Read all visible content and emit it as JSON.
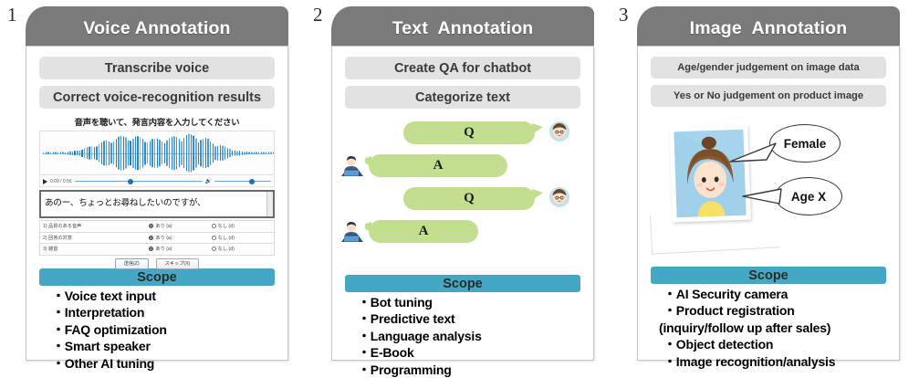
{
  "panels": [
    {
      "number": "1",
      "title": "Voice Annotation",
      "buttons": [
        "Transcribe voice",
        "Correct voice-recognition results"
      ],
      "demo": {
        "caption": "音声を聴いて、発言内容を入力してください",
        "player_time": "0:09 / 0:56",
        "transcript": "あのー、ちょっとお尋ねしたいのですが、",
        "form_rows": [
          {
            "label": "1) 品質のある音声",
            "opt1": "あり (a)",
            "opt2": "なし (d)"
          },
          {
            "label": "2) 回答の対意",
            "opt1": "あり (a)",
            "opt2": "なし (d)"
          },
          {
            "label": "3) 雑音",
            "opt1": "あり (a)",
            "opt2": "なし (d)"
          }
        ],
        "submit_label": "送信(Z)",
        "skip_label": "スキップ(X)"
      },
      "scope_title": "Scope",
      "scope_items": [
        "・Voice text input",
        "・Interpretation",
        "・FAQ optimization",
        "・Smart speaker",
        "・Other AI tuning"
      ]
    },
    {
      "number": "2",
      "title": "Text  Annotation",
      "buttons": [
        "Create QA for chatbot",
        "Categorize text"
      ],
      "chat": [
        {
          "role": "customer",
          "text": "Q"
        },
        {
          "role": "agent",
          "text": "A"
        },
        {
          "role": "customer",
          "text": "Q"
        },
        {
          "role": "agent",
          "text": "A"
        }
      ],
      "scope_title": "Scope",
      "scope_items": [
        "・Bot tuning",
        "・Predictive text",
        "・Language analysis",
        "・E-Book",
        "・Programming"
      ]
    },
    {
      "number": "3",
      "title": "Image  Annotation",
      "buttons": [
        "Age/gender judgement on image data",
        "Yes or No judgement on product image"
      ],
      "callouts": [
        "Female",
        "Age X"
      ],
      "scope_title": "Scope",
      "scope_items": [
        "・AI Security camera",
        "・Product registration",
        "(inquiry/follow up after sales)",
        "・Object detection",
        "・Image recognition/analysis"
      ]
    }
  ],
  "colors": {
    "header_gray": "#7a7a7a",
    "pill_gray": "#e2e2e2",
    "scope_teal": "#44a8c4",
    "bubble_green": "#c3de8e",
    "wave_blue": "#1f7fc4"
  }
}
